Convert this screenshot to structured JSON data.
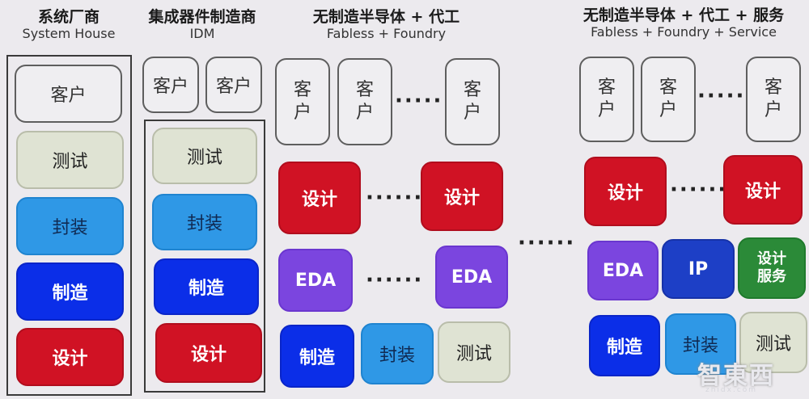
{
  "headers": {
    "system_house": {
      "cn": "系统厂商",
      "en": "System House"
    },
    "idm": {
      "cn": "集成器件制造商",
      "en": "IDM"
    },
    "fabless_foundry": {
      "cn": "无制造半导体 + 代工",
      "en": "Fabless + Foundry"
    },
    "fabless_foundry_service": {
      "cn": "无制造半导体 + 代工 + 服务",
      "en": "Fabless + Foundry + Service"
    }
  },
  "labels": {
    "customer": "客户",
    "customer_v": "客\n户",
    "test": "测试",
    "packaging": "封装",
    "manufacturing": "制造",
    "design": "设计",
    "eda": "EDA",
    "ip": "IP",
    "design_service": "设计服务",
    "ellipsis": "······"
  },
  "watermark": {
    "main": "智東西",
    "sub": "zhidx.com"
  },
  "colors": {
    "customer": "#efeef1",
    "test": "#dfe3d3",
    "packaging": "#2f98e6",
    "manufacturing": "#0b2ee8",
    "design": "#d01224",
    "eda": "#7b45df",
    "ip": "#1d3fc6",
    "design_service": "#2b8a38"
  }
}
